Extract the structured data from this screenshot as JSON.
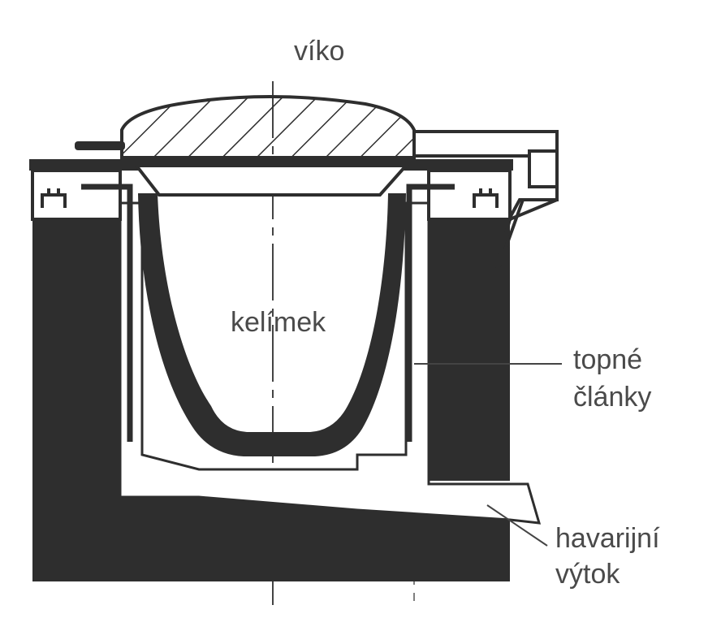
{
  "labels": {
    "lid": "víko",
    "crucible": "kelímek",
    "heating_line1": "topné",
    "heating_line2": "články",
    "outlet_line1": "havarijní",
    "outlet_line2": "výtok"
  },
  "colors": {
    "ink": "#2e2e2e",
    "paper": "#ffffff",
    "text": "#4a4a4a"
  }
}
